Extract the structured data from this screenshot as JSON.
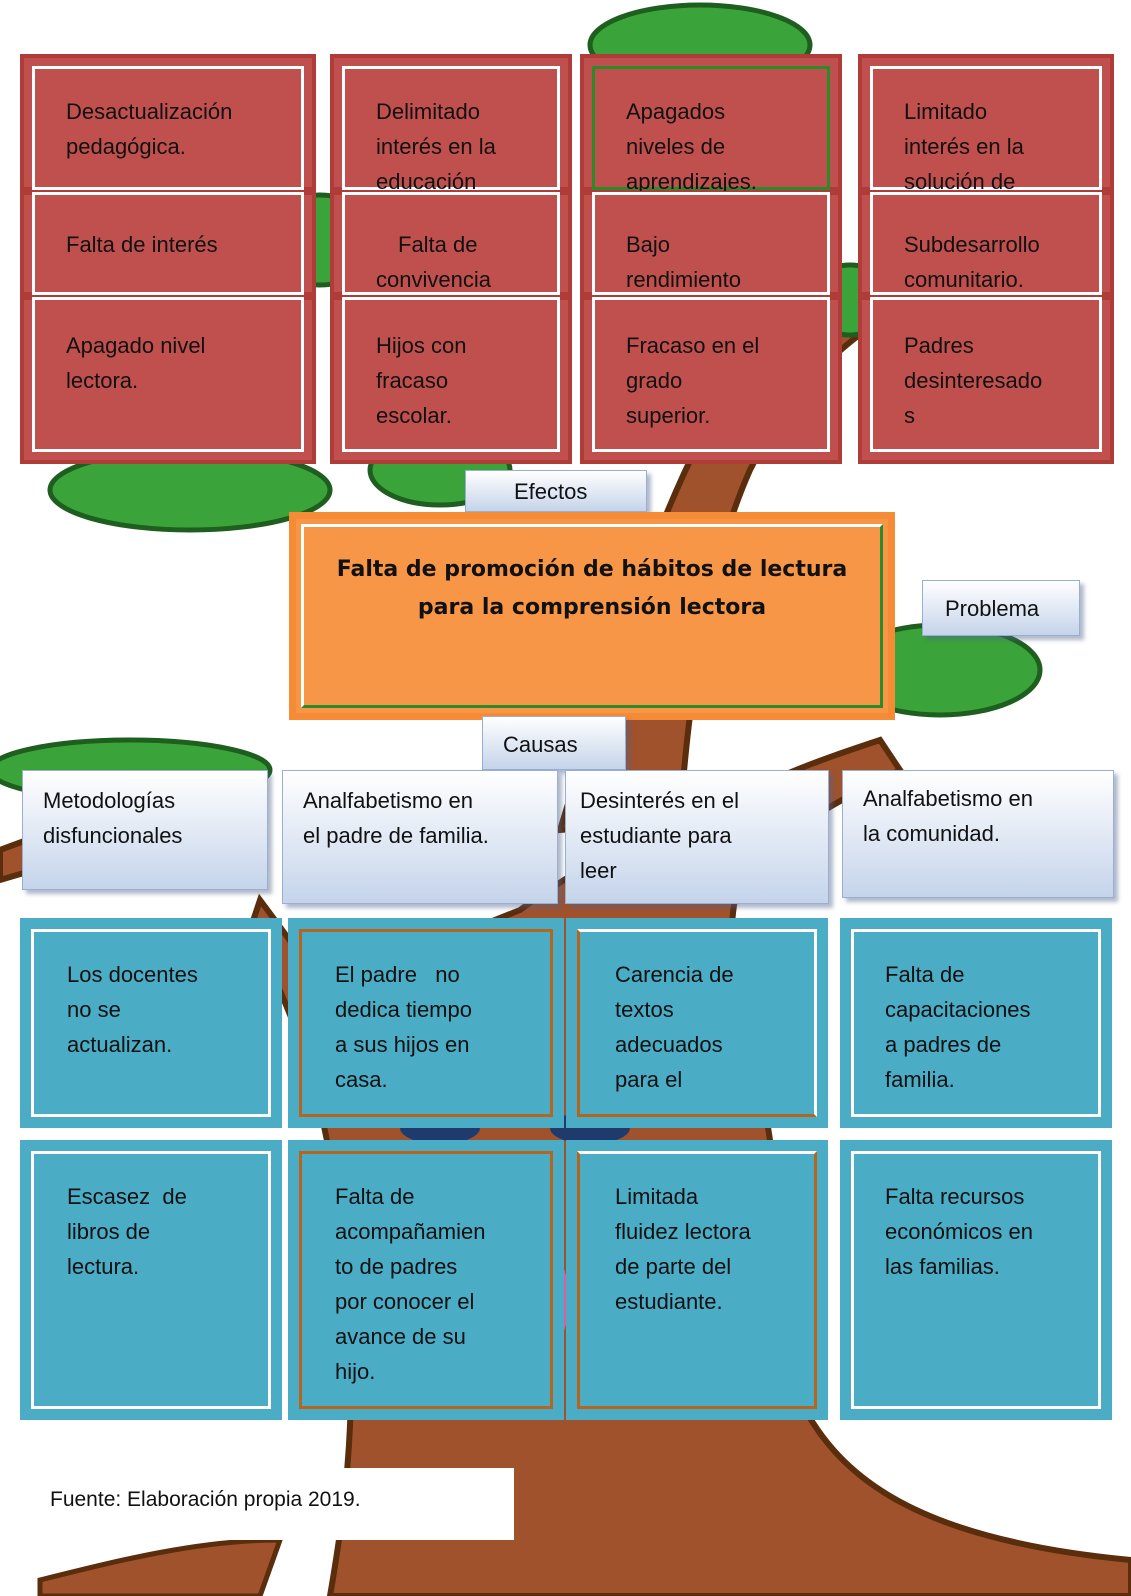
{
  "effects": {
    "label": "Efectos",
    "columns": [
      {
        "top": [
          "Desactualización",
          "pedagógica."
        ],
        "middle": [
          "Falta de interés"
        ],
        "bottom": [
          "Apagado nivel",
          "lectora."
        ]
      },
      {
        "top": [
          "Delimitado",
          "interés en la",
          "educación"
        ],
        "middle": [
          "Falta de",
          "convivencia"
        ],
        "bottom": [
          "Hijos con",
          "fracaso",
          "escolar."
        ]
      },
      {
        "top": [
          "Apagados",
          "niveles de",
          "aprendizajes."
        ],
        "middle": [
          "Bajo",
          "rendimiento"
        ],
        "bottom": [
          "Fracaso en el",
          "grado",
          "superior."
        ]
      },
      {
        "top": [
          "Limitado",
          "interés en la",
          "solución de"
        ],
        "middle": [
          "Subdesarrollo",
          "comunitario."
        ],
        "bottom": [
          "Padres",
          "desinteresado",
          "s"
        ]
      }
    ]
  },
  "problem": {
    "label": "Problema",
    "title_line1": "Falta de promoción de hábitos de lectura",
    "title_line2": "para la comprensión lectora"
  },
  "causes": {
    "label": "Causas",
    "headers": [
      [
        "Metodologías",
        "disfuncionales"
      ],
      [
        "Analfabetismo en",
        "el padre de familia."
      ],
      [
        "Desinterés en el",
        "estudiante para",
        "leer"
      ],
      [
        "Analfabetismo en",
        "la comunidad."
      ]
    ],
    "row1": [
      [
        "Los docentes",
        "no se",
        "actualizan."
      ],
      [
        "El padre   no",
        "dedica tiempo",
        "a sus hijos en",
        "casa."
      ],
      [
        "Carencia de",
        "textos",
        "adecuados",
        "para el"
      ],
      [
        "Falta de",
        "capacitaciones",
        "a padres de",
        "familia."
      ]
    ],
    "row2": [
      [
        "Escasez  de",
        "libros de",
        "lectura."
      ],
      [
        "Falta de",
        "acompañamien",
        "to de padres",
        "por conocer el",
        "avance de su",
        "hijo."
      ],
      [
        "Limitada",
        "fluidez lectora",
        "de parte del",
        "estudiante."
      ],
      [
        "Falta recursos",
        "económicos en",
        "las familias."
      ]
    ]
  },
  "source": "Fuente: Elaboración propia 2019.",
  "colors": {
    "effect_box": "#c0504d",
    "problem_box": "#f79646",
    "cause_box": "#4bacc6",
    "label_box": "#dce6f2",
    "tree_trunk": "#a0522d",
    "tree_leaves": "#3aa43a"
  }
}
